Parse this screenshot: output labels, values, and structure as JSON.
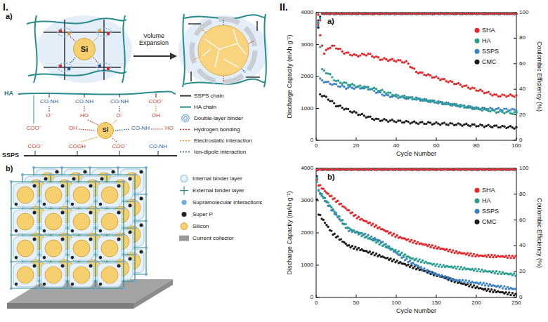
{
  "diagram": {
    "nodes": [
      {
        "text": [
          "Si"
        ]
      },
      {
        "text": [
          "Si"
        ]
      }
    ],
    "labels": [
      "I.",
      "a)",
      "Volume Expansion",
      "HA",
      "SSPS",
      "CO-NH",
      "CO-NH",
      "CO-NH",
      "COO⁻",
      "O⁻",
      "HO",
      "O⁻",
      "OH",
      "COO⁻",
      "OH",
      "CO-NH",
      "HO",
      "COO⁻",
      "COOH",
      "COO⁻",
      "CO-NH",
      "b)",
      "II.",
      "a)",
      "Discharge Capacity (mAh·g⁻¹)",
      "Coulombic Efficiency (%)",
      "Cycle Number",
      "0",
      "1000",
      "2000",
      "3000",
      "4000",
      "0",
      "20",
      "40",
      "60",
      "80",
      "100",
      "0",
      "20",
      "40",
      "60",
      "80",
      "100",
      "b)",
      "Discharge Capacity (mAh·g⁻¹)",
      "Coulombic Efficiency (%)",
      "Cycle Number",
      "0",
      "1000",
      "2000",
      "3000",
      "4000",
      "0",
      "50",
      "100",
      "150",
      "200",
      "250",
      "0",
      "20",
      "40",
      "60",
      "80",
      "100"
    ],
    "legend": [
      {
        "text": "SSPS chain"
      },
      {
        "text": "HA chain"
      },
      {
        "text": "Double-layer binder"
      },
      {
        "text": "Hydrogen bonding"
      },
      {
        "text": "Electrostatic interaction"
      },
      {
        "text": "Ion-dipole interaction"
      },
      {
        "text": "Internal binder layer"
      },
      {
        "text": "External binder layer"
      },
      {
        "text": "Supramolecular interactions"
      },
      {
        "text": "Super P"
      },
      {
        "text": "Silicon"
      },
      {
        "text": "Current collector"
      },
      {
        "text": "SHA",
        "color": "#e8262a"
      },
      {
        "text": "HA",
        "color": "#2a9d8f"
      },
      {
        "text": "SSPS",
        "color": "#3b82c4"
      },
      {
        "text": "CMC",
        "color": "#1a1a1a"
      },
      {
        "text": "SHA",
        "color": "#e8262a"
      },
      {
        "text": "HA",
        "color": "#2a9d8f"
      },
      {
        "text": "SSPS",
        "color": "#3b82c4"
      },
      {
        "text": "CMC",
        "color": "#1a1a1a"
      }
    ]
  }
}
